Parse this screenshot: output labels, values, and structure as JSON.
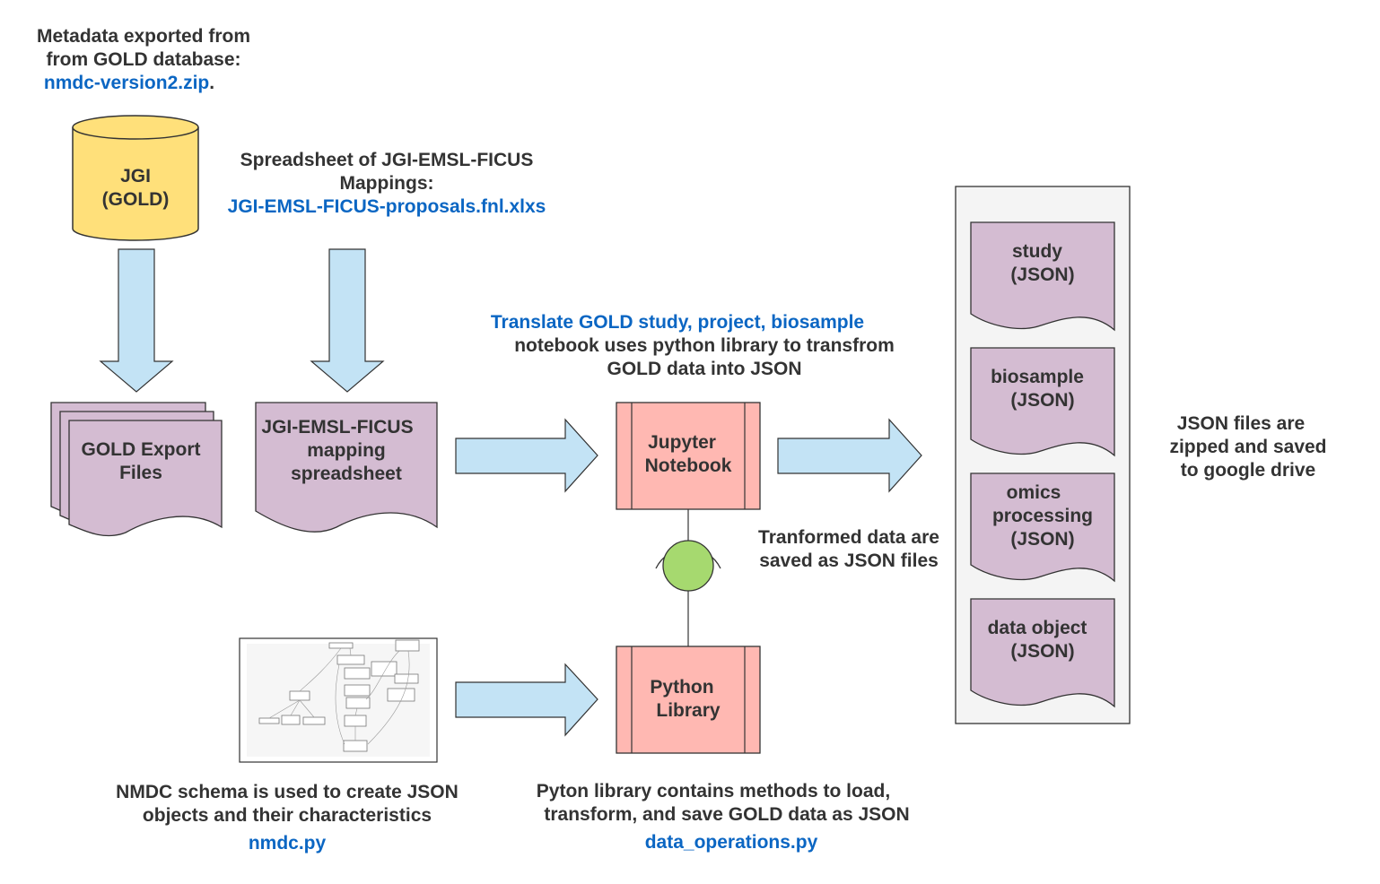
{
  "colors": {
    "database_fill": "#ffe07a",
    "document_fill": "#d4bcd2",
    "process_fill": "#ffb8b2",
    "arrow_fill": "#c3e3f5",
    "interface_fill": "#a6d96f",
    "link_text": "#0b66c3",
    "body_text": "#333333"
  },
  "database": {
    "line1": "JGI",
    "line2": "(GOLD)"
  },
  "database_note": {
    "line1": "Metadata exported from",
    "line2": "from GOLD database:",
    "link": "nmdc-version2.zip",
    "suffix": "."
  },
  "mapping_note": {
    "line1": "Spreadsheet of JGI-EMSL-FICUS",
    "line2": "Mappings:",
    "link": "JGI-EMSL-FICUS-proposals.fnl.xlxs"
  },
  "gold_export": {
    "line1": "GOLD Export",
    "line2": "Files"
  },
  "mapping_sheet": {
    "line1": "JGI-EMSL-FICUS",
    "line2": "mapping",
    "line3": "spreadsheet"
  },
  "notebook_note": {
    "link": "Translate GOLD study, project, biosample",
    "line2": "notebook uses python library to transfrom",
    "line3": "GOLD data into JSON"
  },
  "notebook": {
    "line1": "Jupyter",
    "line2": "Notebook"
  },
  "python_library": {
    "line1": "Python",
    "line2": "Library"
  },
  "transform_note": {
    "line1": "Tranformed data are",
    "line2": "saved as JSON files"
  },
  "json_docs": [
    {
      "line1": "study",
      "line2": "(JSON)",
      "line3": ""
    },
    {
      "line1": "biosample",
      "line2": "(JSON)",
      "line3": ""
    },
    {
      "line1": "omics",
      "line2": "processing",
      "line3": "(JSON)"
    },
    {
      "line1": "data object",
      "line2": "(JSON)",
      "line3": ""
    }
  ],
  "zip_note": {
    "line1": "JSON files are",
    "line2": "zipped and saved",
    "line3": "to google drive"
  },
  "schema_note": {
    "line1": "NMDC schema is used to create JSON",
    "line2": "objects and their characteristics",
    "link": "nmdc.py"
  },
  "library_note": {
    "line1": "Pyton library contains methods to load,",
    "line2": "transform, and save GOLD data as JSON",
    "link": "data_operations.py"
  }
}
